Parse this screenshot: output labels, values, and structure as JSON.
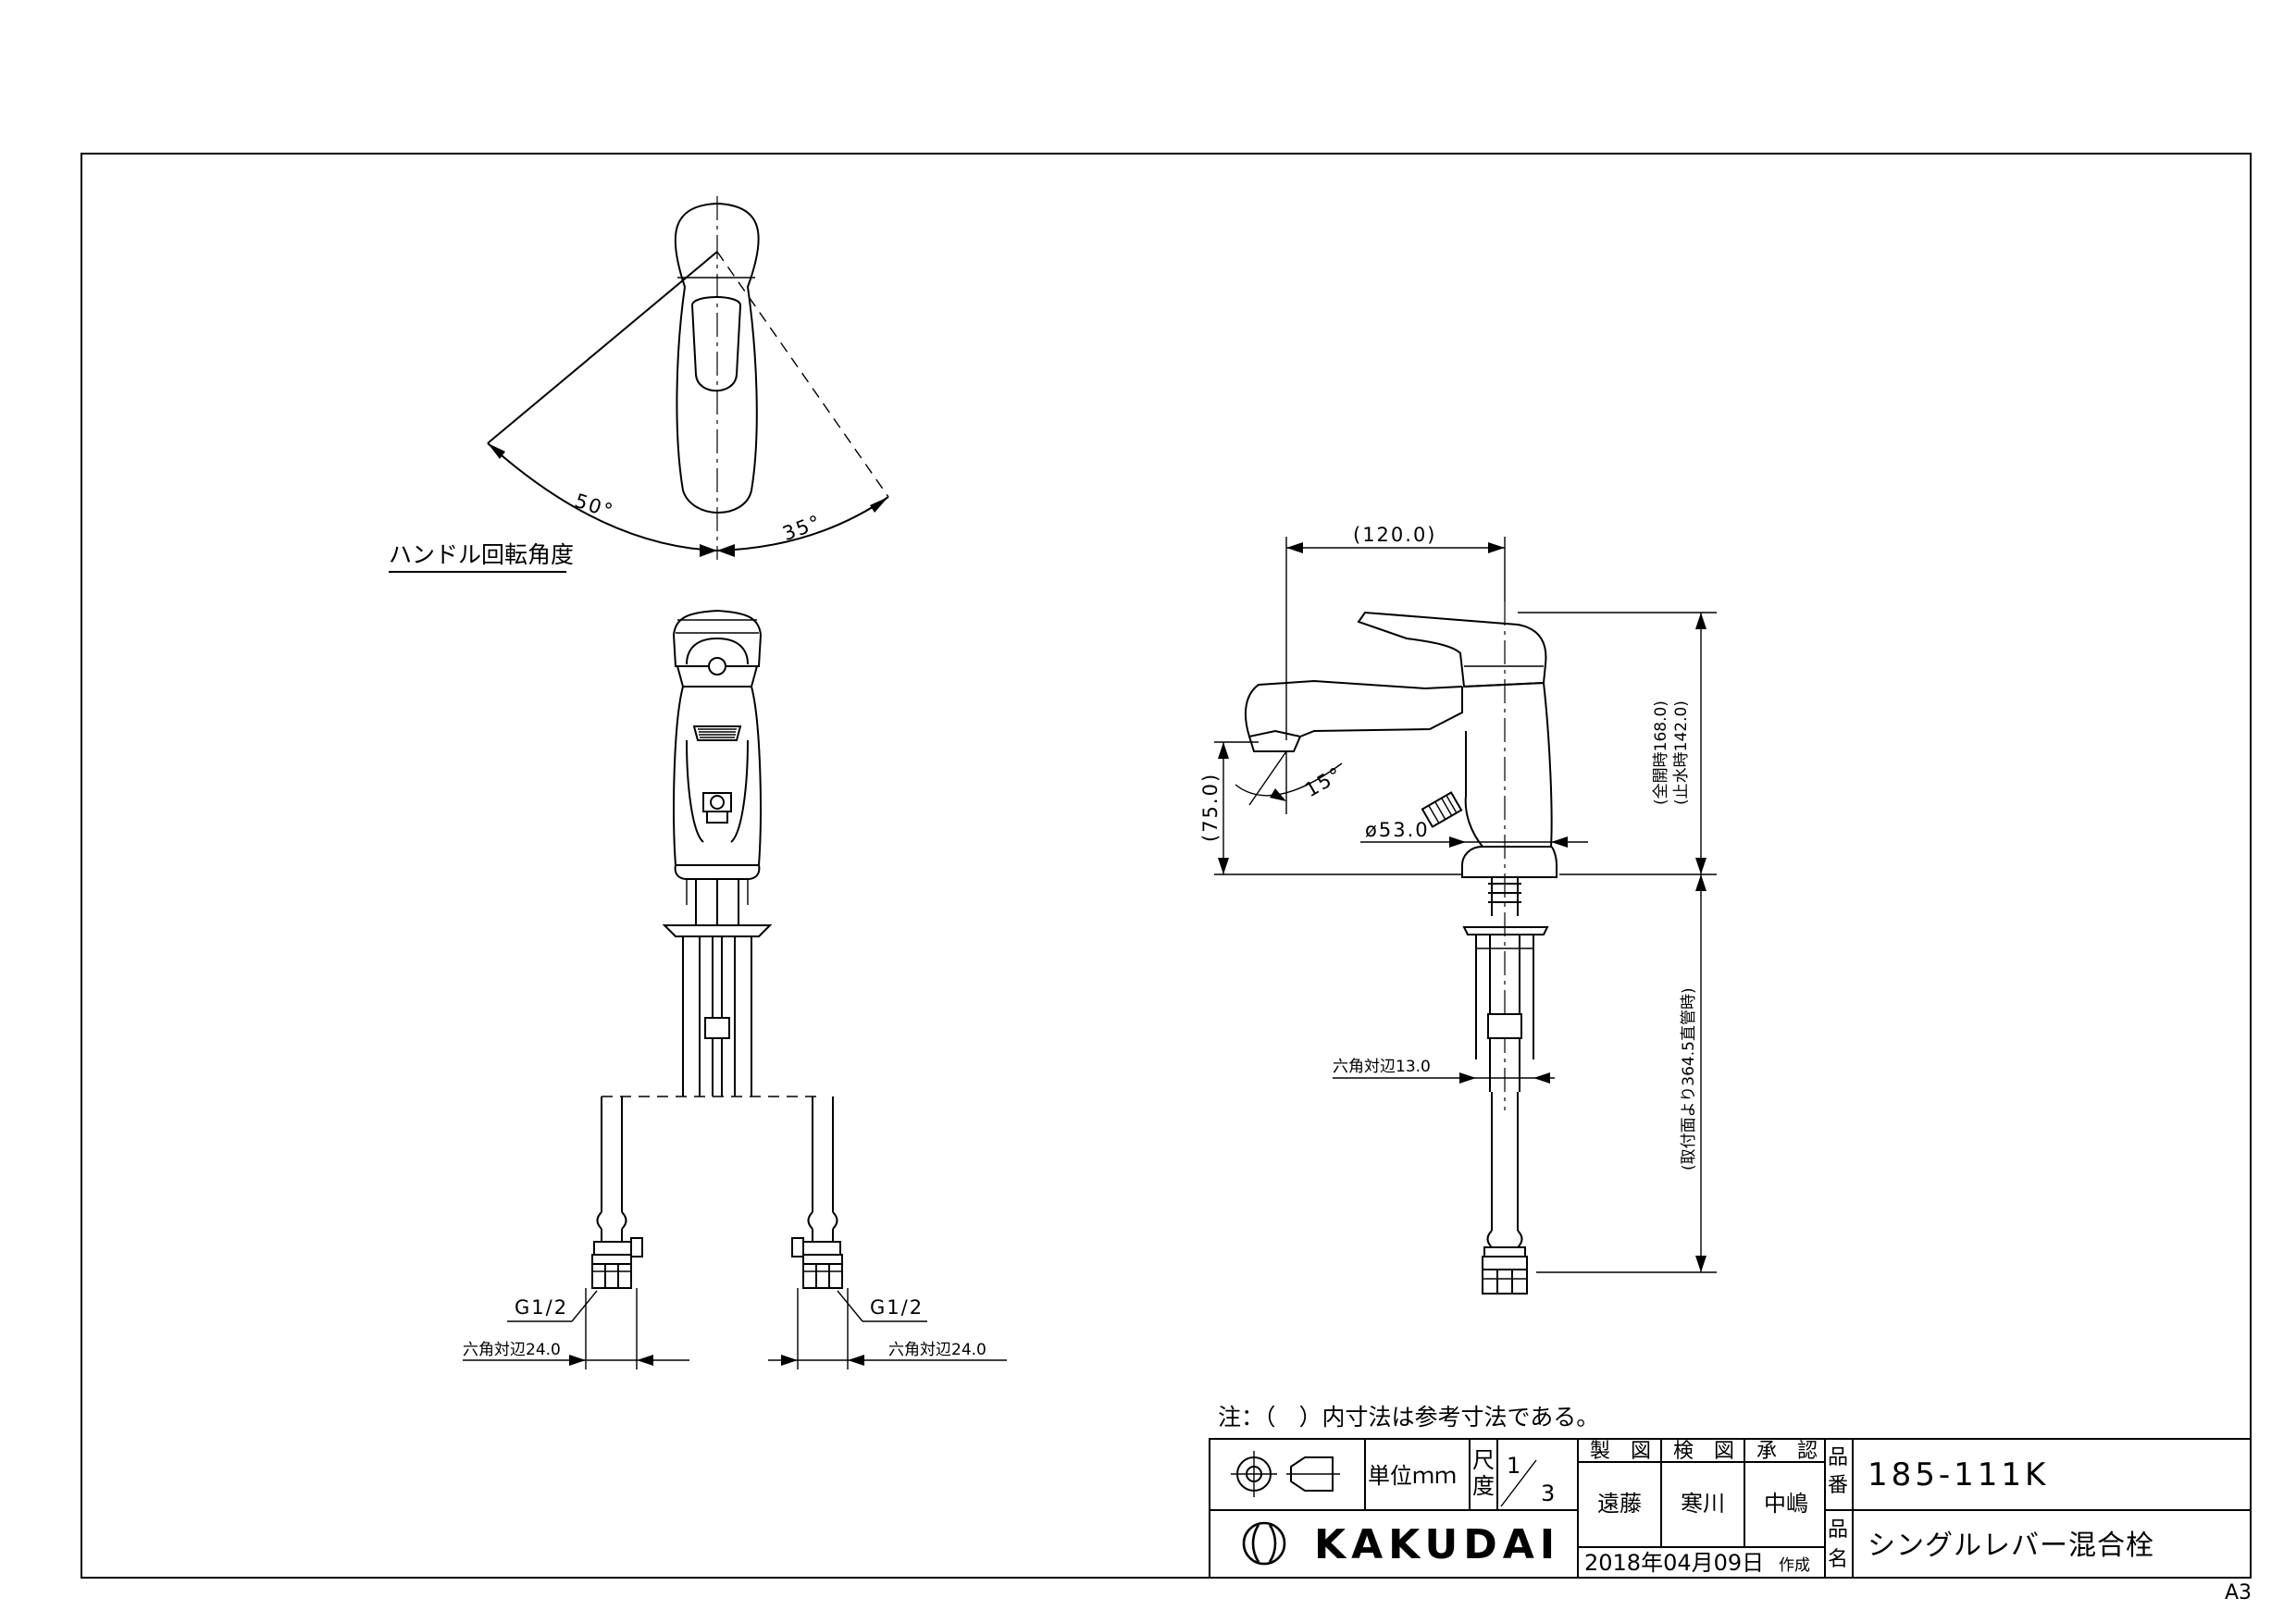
{
  "sheet": {
    "size_label": "A3"
  },
  "views": {
    "top": {
      "caption": "ハンドル回転角度",
      "angle_left": "50°",
      "angle_right": "35°"
    },
    "front": {
      "thread_left": "G1/2",
      "hex_left": "六角対辺24.0",
      "thread_right": "G1/2",
      "hex_right": "六角対辺24.0"
    },
    "side": {
      "width_dim": "(120.0)",
      "height_dim": "(75.0)",
      "angle_dim": "15°",
      "diameter_dim": "ø53.0",
      "full_open_dim": "(全開時168.0)",
      "closed_dim": "(止水時142.0)",
      "pipe_length_dim": "(取付面より364.5直管時)",
      "hex_dim": "六角対辺13.0"
    }
  },
  "note": "注：（　）内寸法は参考寸法である。",
  "title_block": {
    "unit_label": "単位ｍｍ",
    "scale_label_1": "尺",
    "scale_label_2": "度",
    "scale_num": "1",
    "scale_den": "3",
    "drawn_header": "製　図",
    "checked_header": "検　図",
    "approved_header": "承　認",
    "drawn_by": "遠藤",
    "checked_by": "寒川",
    "approved_by": "中嶋",
    "date": "2018年04月09日",
    "created_label": "作成",
    "part_no_label_1": "品",
    "part_no_label_2": "番",
    "part_no": "185-111K",
    "name_label_1": "品",
    "name_label_2": "名",
    "product_name": "シングルレバー混合栓",
    "logo_text": "KAKUDAI"
  }
}
